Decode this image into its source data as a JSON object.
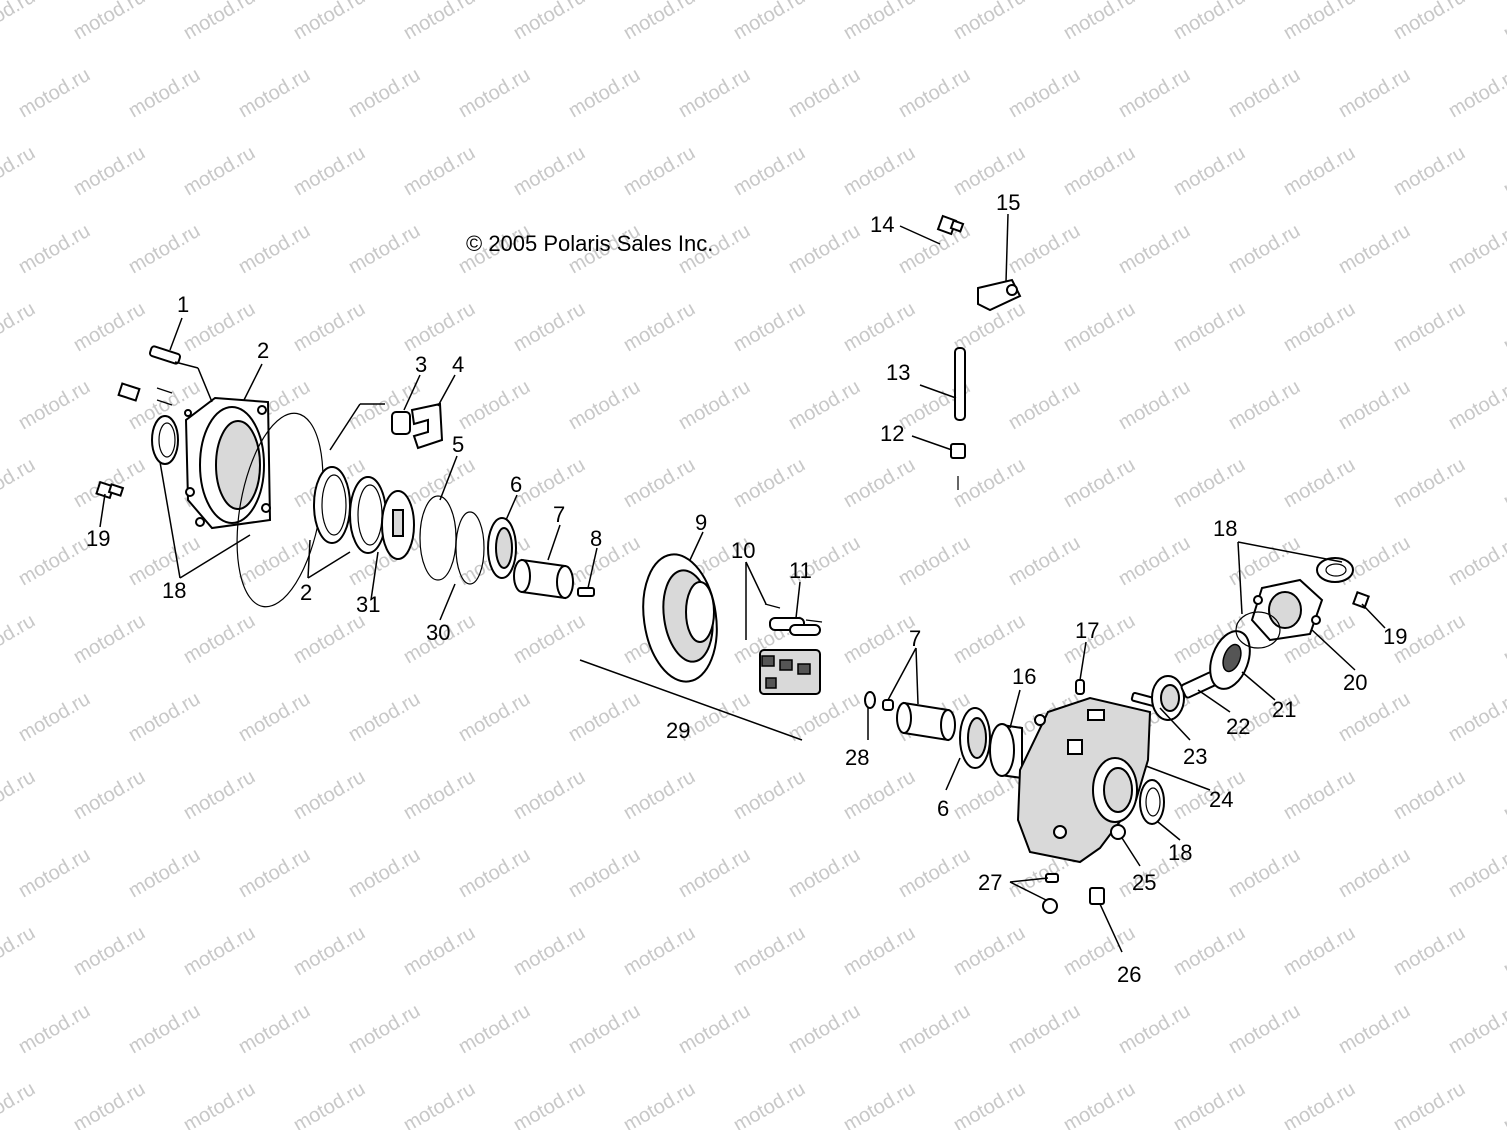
{
  "copyright": "© 2005 Polaris Sales Inc.",
  "watermark": "motod.ru",
  "callouts": {
    "c1": "1",
    "c2a": "2",
    "c2b": "2",
    "c3": "3",
    "c4": "4",
    "c5": "5",
    "c6a": "6",
    "c6b": "6",
    "c7a": "7",
    "c7b": "7",
    "c8": "8",
    "c9": "9",
    "c10": "10",
    "c11": "11",
    "c12": "12",
    "c13": "13",
    "c14": "14",
    "c15": "15",
    "c16": "16",
    "c17": "17",
    "c18a": "18",
    "c18b": "18",
    "c18c": "18",
    "c19a": "19",
    "c19b": "19",
    "c20": "20",
    "c21": "21",
    "c22": "22",
    "c23": "23",
    "c24": "24",
    "c25": "25",
    "c26": "26",
    "c27": "27",
    "c28": "28",
    "c29": "29",
    "c30": "30",
    "c31": "31"
  }
}
